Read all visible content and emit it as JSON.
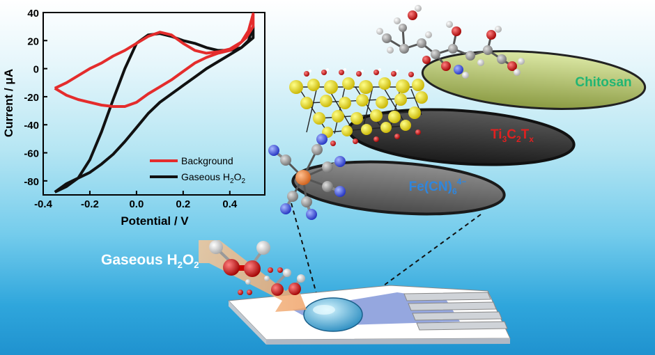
{
  "chart_data": {
    "type": "line",
    "xlabel": "Potential / V",
    "ylabel": "Current / μA",
    "xlim": [
      -0.4,
      0.55
    ],
    "ylim": [
      -90,
      40
    ],
    "xticks": [
      "-0.4",
      "-0.2",
      "0.0",
      "0.2",
      "0.4"
    ],
    "yticks": [
      "40",
      "20",
      "0",
      "-20",
      "-40",
      "-60",
      "-80"
    ],
    "legend_position": "bottom-right",
    "series": [
      {
        "name": "Background",
        "color": "#e42c2c",
        "x": [
          -0.35,
          -0.3,
          -0.25,
          -0.2,
          -0.15,
          -0.1,
          -0.05,
          0.0,
          0.05,
          0.1,
          0.15,
          0.2,
          0.25,
          0.3,
          0.35,
          0.4,
          0.45,
          0.48,
          0.5,
          0.5,
          0.47,
          0.43,
          0.4,
          0.35,
          0.3,
          0.25,
          0.2,
          0.15,
          0.1,
          0.05,
          0.0,
          -0.05,
          -0.1,
          -0.15,
          -0.2,
          -0.25,
          -0.3,
          -0.35,
          -0.35
        ],
        "y": [
          -14,
          -10,
          -5,
          0,
          4,
          9,
          13,
          18,
          23,
          26,
          24,
          18,
          13,
          11,
          12,
          14,
          19,
          27,
          39,
          30,
          22,
          16,
          13,
          11,
          8,
          4,
          -2,
          -8,
          -13,
          -18,
          -24,
          -27,
          -27,
          -26,
          -24,
          -22,
          -19,
          -14,
          -14
        ]
      },
      {
        "name": "Gaseous H2O2",
        "color": "#111111",
        "x": [
          -0.35,
          -0.3,
          -0.25,
          -0.2,
          -0.15,
          -0.1,
          -0.05,
          0.0,
          0.05,
          0.1,
          0.15,
          0.2,
          0.25,
          0.3,
          0.35,
          0.4,
          0.45,
          0.48,
          0.5,
          0.5,
          0.45,
          0.4,
          0.35,
          0.3,
          0.25,
          0.2,
          0.15,
          0.1,
          0.05,
          0.0,
          -0.05,
          -0.1,
          -0.15,
          -0.2,
          -0.25,
          -0.3,
          -0.35
        ],
        "y": [
          -88,
          -84,
          -78,
          -65,
          -45,
          -22,
          0,
          18,
          24,
          25,
          23,
          20,
          18,
          15,
          13,
          13,
          15,
          20,
          30,
          22,
          15,
          10,
          5,
          0,
          -6,
          -12,
          -18,
          -24,
          -32,
          -42,
          -52,
          -61,
          -68,
          -74,
          -78,
          -82,
          -88
        ]
      }
    ]
  },
  "diagram": {
    "left_label": "Gaseous H",
    "left_label_sub2": "2",
    "left_label_mid": "O",
    "left_label_sub3": "2",
    "layers": [
      {
        "base": "Chitosan",
        "color": "#22b573"
      },
      {
        "base": "Ti",
        "s1": "3",
        "m": "C",
        "s2": "2",
        "m2": "T",
        "s3": "x",
        "color": "#e02020"
      },
      {
        "base": "Fe(CN)",
        "s1": "6",
        "sup": "4−",
        "color": "#2e86de"
      }
    ]
  }
}
